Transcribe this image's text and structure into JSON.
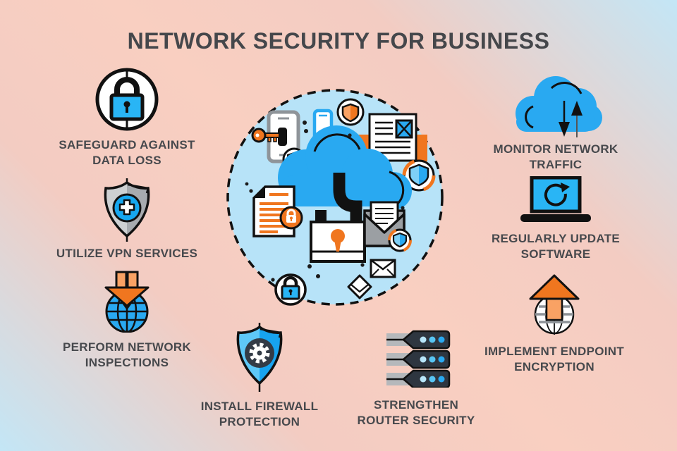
{
  "title": "NETWORK SECURITY FOR BUSINESS",
  "palette": {
    "background_peach": "#f9cfc1",
    "background_blue": "#c3e6f6",
    "accent_blue": "#29a9f1",
    "lock_blue": "#29b5f5",
    "circle_light_blue": "#b7e3f8",
    "accent_orange": "#f0761f",
    "light_orange": "#f9a264",
    "silver": "#cdd0d2",
    "dark_silver": "#a7abaf",
    "dark": "#2e3640",
    "text": "#47494d"
  },
  "items": [
    {
      "id": "safeguard-data-loss",
      "icon": "padlock-circle-icon",
      "label": "SAFEGUARD AGAINST\nDATA LOSS"
    },
    {
      "id": "vpn-services",
      "icon": "shield-cross-icon",
      "label": "UTILIZE VPN SERVICES"
    },
    {
      "id": "network-inspections",
      "icon": "globe-download-icon",
      "label": "PERFORM NETWORK\nINSPECTIONS"
    },
    {
      "id": "monitor-traffic",
      "icon": "cloud-arrows-icon",
      "label": "MONITOR NETWORK\nTRAFFIC"
    },
    {
      "id": "update-software",
      "icon": "laptop-refresh-icon",
      "label": "REGULARLY UPDATE\nSOFTWARE"
    },
    {
      "id": "endpoint-encryption",
      "icon": "globe-upload-icon",
      "label": "IMPLEMENT ENDPOINT\nENCRYPTION"
    },
    {
      "id": "firewall-protection",
      "icon": "shield-gear-icon",
      "label": "INSTALL FIREWALL\nPROTECTION"
    },
    {
      "id": "router-security",
      "icon": "router-stack-icon",
      "label": "STRENGTHEN\nROUTER SECURITY"
    }
  ],
  "center": {
    "icons": [
      "cloud",
      "padlock",
      "smartphone-with-key",
      "mobile-phone",
      "orange-shield-badge",
      "blue-shield-badge",
      "document-image",
      "document-lines-lock",
      "open-envelope-letter",
      "envelope",
      "folded-envelope",
      "padlock-badge"
    ]
  }
}
